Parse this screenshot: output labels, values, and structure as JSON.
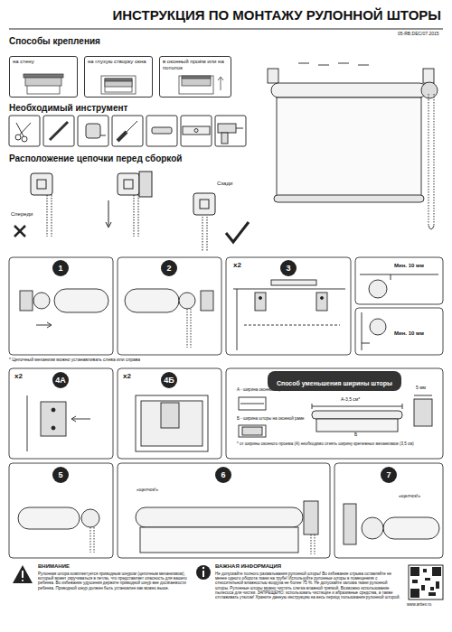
{
  "diagram": {
    "title": "ИНСТРУКЦИЯ ПО МОНТАЖУ РУЛОННОЙ ШТОРЫ",
    "nodes": [
      {
        "text": [
          "на стену"
        ]
      },
      {
        "text": [
          "на глухую створку окна"
        ]
      },
      {
        "text": [
          "в оконный проём или на потолок"
        ]
      },
      {
        "text": [
          "1"
        ]
      },
      {
        "text": [
          "2"
        ]
      },
      {
        "text": [
          "3"
        ]
      },
      {
        "text": [
          "4А"
        ]
      },
      {
        "text": [
          "4Б"
        ]
      },
      {
        "text": [
          "Способ уменьшения ширины шторы"
        ]
      },
      {
        "text": [
          "5"
        ]
      },
      {
        "text": [
          "6"
        ]
      },
      {
        "text": [
          "7"
        ]
      }
    ],
    "labels": [
      "05-RB.DEC/07.2015",
      "Способы крепления",
      "Необходимый инструмент",
      "Расположение цепочки перед сборкой",
      "Спереди",
      "Сзади",
      "x2",
      "Мин. 10 мм",
      "Мин. 10 мм",
      "* Цепочный механизм можно устанавливать слева или справа",
      "x2",
      "x2",
      "А - ширина оконного проёма",
      "Б - ширина шторы на оконной раме",
      "А-3,5 см*",
      "Б",
      "5 мм",
      "* от ширины оконного проема (А) необходимо отнять ширину крепежных механизмов (3,5 см)",
      "«щелчок!»",
      "«щелчок!»",
      "ВНИМАНИЕ",
      "Рулонная штора комплектуется приводным шнуром (цепочным механизмом), который может скручиваться в петлю, что представляет опасность для вашего ребенка. Во избежание удушения держите приводной шнур вне досягаемости ребенка. Приводной шнур должен быть установлен как можно выше.",
      "ВАЖНАЯ ИНФОРМАЦИЯ",
      "Не допускайте полного разматывания рулонной шторы! Во избежание отрыва оставляйте не менее одного оборота ткани на трубе! Используйте рулонные шторы в помещениях с относительной влажностью воздуха не более 75 %. Не допускайте залома ткани рулонной шторы. Рулонные шторы можно чистить слегка влажной тряпкой. Возможно использование пылесоса для чистки. ЗАПРЕЩЕНО: использовать чистящие и абразивные средства, а также отглаживать утюгом! Храните данную инструкцию на весь период пользования рулонной шторой.",
      "www.arttex.ru"
    ]
  }
}
